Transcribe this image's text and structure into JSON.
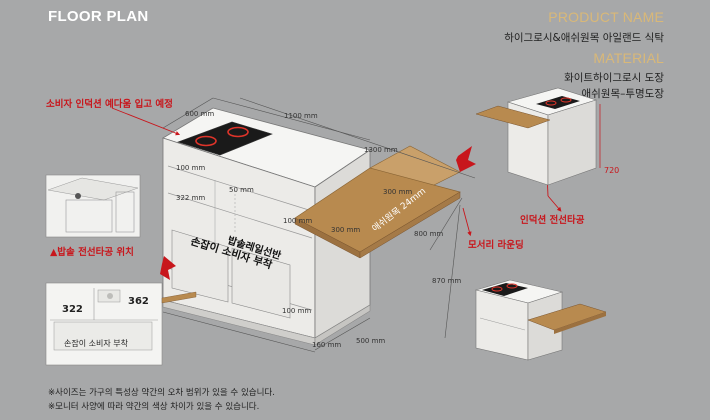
{
  "header": {
    "floor_plan": "FLOOR PLAN",
    "product_name_label": "PRODUCT NAME",
    "product_name": "하이그로시&애쉬원목 아일랜드 식탁",
    "material_label": "MATERIAL",
    "material_1": "화이트하이그로시 도장",
    "material_2": "애쉬원목–투명도장"
  },
  "callouts": {
    "induction_note": "소비자 인덕션 예다움 입고 예정",
    "rice_cooker_hole": "▲밥솥 전선타공 위치",
    "rounded_corner": "모서리 라운딩",
    "induction_hole": "인덕션 전선타공"
  },
  "labels": {
    "ash_wood": "애쉬원목 24mm",
    "rice_cooker_shelf": "밥솥레일선반",
    "handle_front": "손잡이 소비자 부착",
    "handle_inset": "손잡이 소비자 부착"
  },
  "dimensions": {
    "d600": "600 mm",
    "d1100": "1100 mm",
    "d1300": "1300 mm",
    "d100_top": "100 mm",
    "d50": "50 mm",
    "d322": "322 mm",
    "d100_mid": "100 mm",
    "d300_a": "300 mm",
    "d300_b": "300 mm",
    "d800": "800 mm",
    "d870": "870 mm",
    "d100_bot": "100 mm",
    "d160": "160 mm",
    "d500": "500 mm",
    "d720": "720",
    "inset_322": "322",
    "inset_362": "362"
  },
  "notes": {
    "note_1": "※사이즈는 가구의 특성상 약간의 오차 범위가 있을 수 있습니다.",
    "note_2": "※모니터 사양에 따라 약간의 색상 차이가 있을 수 있습니다."
  },
  "colors": {
    "background": "#a7a8a9",
    "accent_gold": "#d9b878",
    "callout_red": "#c8161c",
    "wood": "#b88a4f",
    "white_body": "#f4f4f2",
    "cooktop": "#1a1a1a",
    "burner_red": "#e0342a"
  }
}
